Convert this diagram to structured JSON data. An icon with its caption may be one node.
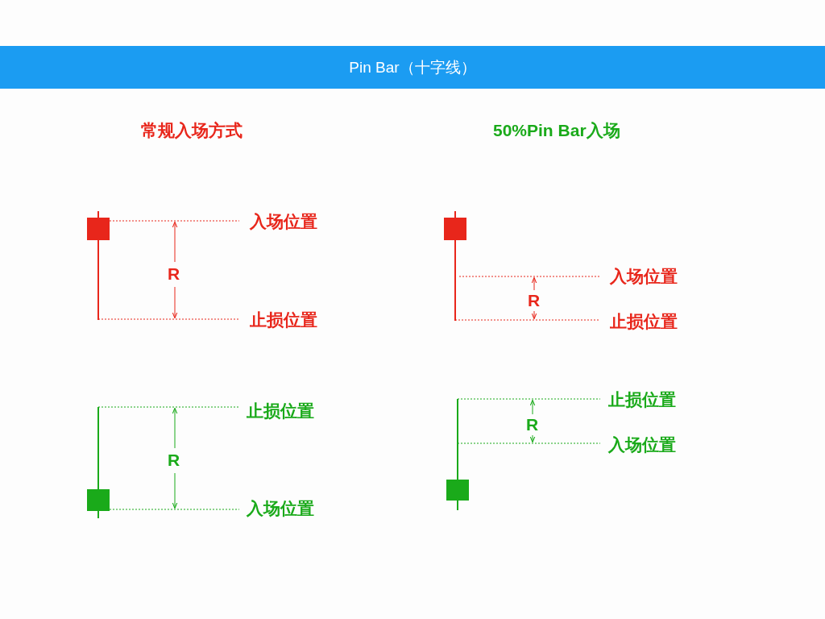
{
  "diagram": {
    "title": "Pin Bar（十字线）",
    "labels": [
      "常规入场方式",
      "50%Pin Bar入场",
      "入场位置",
      "R",
      "止损位置",
      "入场位置",
      "R",
      "止损位置",
      "止损位置",
      "R",
      "入场位置",
      "止损位置",
      "R",
      "入场位置"
    ]
  }
}
